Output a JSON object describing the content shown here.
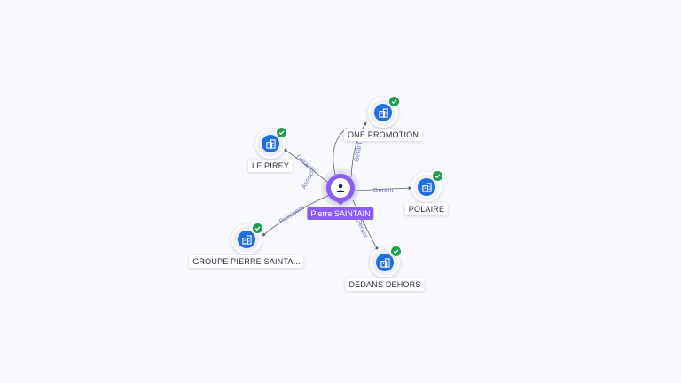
{
  "colors": {
    "background": "#f8f9fc",
    "person": "#8b5cf6",
    "company": "#1f6fe0",
    "verified": "#1e9e4f",
    "edge": "#5c6178",
    "edge_label": "#7c78c9"
  },
  "person": {
    "name": "Pierre SAINTAIN",
    "icon": "user-icon"
  },
  "companies": [
    {
      "id": "one-promotion",
      "name": "ONE PROMOTION",
      "icon": "building-icon",
      "verified": true
    },
    {
      "id": "le-pirey",
      "name": "LE PIREY",
      "icon": "building-icon",
      "verified": true
    },
    {
      "id": "polaire",
      "name": "POLAIRE",
      "icon": "building-icon",
      "verified": true
    },
    {
      "id": "groupe-pierre-saintain",
      "name": "GROUPE PIERRE SAINTA...",
      "icon": "building-icon",
      "verified": true
    },
    {
      "id": "dedans-dehors",
      "name": "DEDANS DEHORS",
      "icon": "building-icon",
      "verified": true
    }
  ],
  "relations": [
    {
      "to": "one-promotion",
      "label": "Gérant"
    },
    {
      "to": "le-pirey",
      "label": "Gérant"
    },
    {
      "to": "le-pirey",
      "label": "Associé"
    },
    {
      "to": "polaire",
      "label": "Gérant"
    },
    {
      "to": "groupe-pierre-saintain",
      "label": "Président"
    },
    {
      "to": "dedans-dehors",
      "label": "Gérant"
    }
  ]
}
